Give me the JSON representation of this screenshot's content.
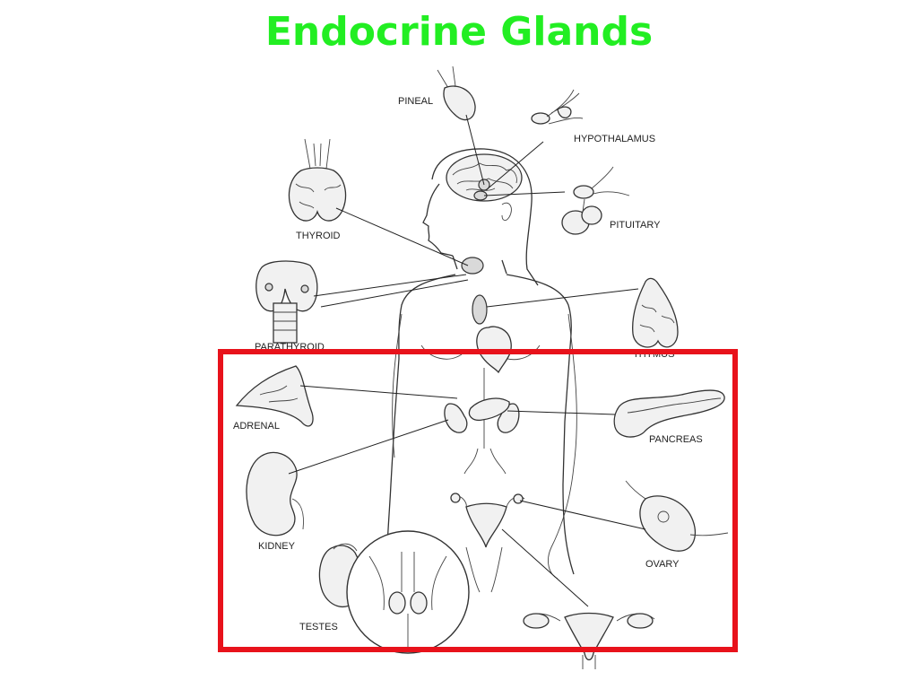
{
  "title": "Endocrine Glands",
  "colors": {
    "title": "#22ee22",
    "highlight": "#e8121b",
    "ink": "#333333"
  },
  "labels": {
    "pineal": "PINEAL",
    "hypothalamus": "HYPOTHALAMUS",
    "pituitary": "PITUITARY",
    "thyroid": "THYROID",
    "parathyroid": "PARATHYROID",
    "thymus": "THYMUS",
    "adrenal": "ADRENAL",
    "pancreas": "PANCREAS",
    "kidney": "KIDNEY",
    "ovary": "OVARY",
    "testes": "TESTES"
  }
}
